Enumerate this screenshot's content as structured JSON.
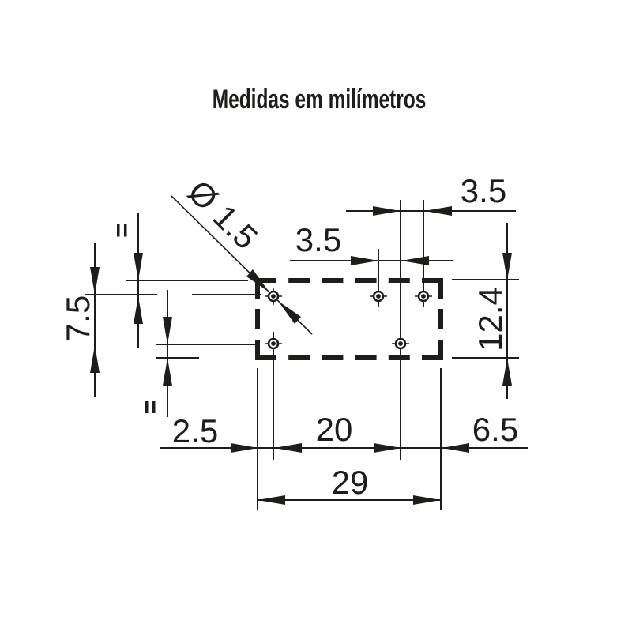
{
  "title": "Medidas em milímetros",
  "dimensions": {
    "hole_diameter": "Ø 1.5",
    "top_hole_pitch": "3.5",
    "left_hole_pitch": "3.5",
    "body_height": "12.4",
    "row_spacing": "7.5",
    "left_margin": "2.5",
    "bottom_hole_pitch": "20",
    "right_margin": "6.5",
    "body_width": "29"
  },
  "symbols": {
    "equality_mark": "="
  },
  "colors": {
    "ink": "#1d1d1b",
    "background": "#ffffff"
  }
}
